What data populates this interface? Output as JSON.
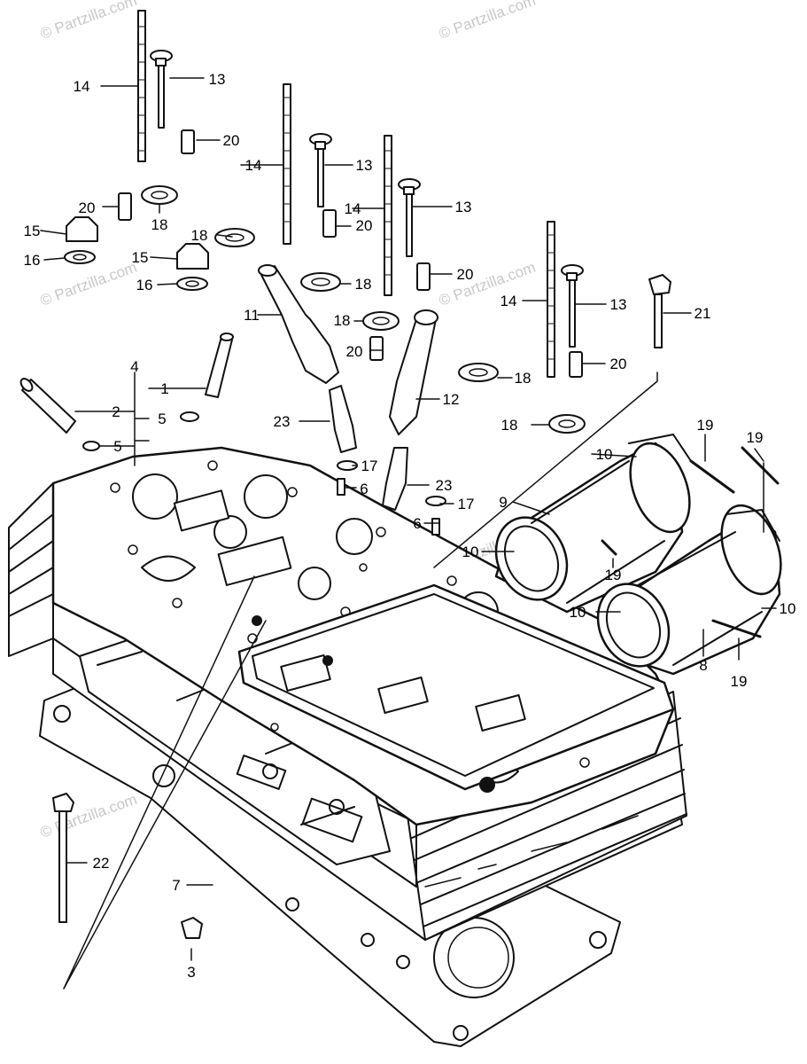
{
  "watermark": "© Partzilla.com",
  "callouts": [
    {
      "id": "c14a",
      "text": "14"
    },
    {
      "id": "c13a",
      "text": "13"
    },
    {
      "id": "c20a",
      "text": "20"
    },
    {
      "id": "c14b",
      "text": "14"
    },
    {
      "id": "c13b",
      "text": "13"
    },
    {
      "id": "c20b",
      "text": "20"
    },
    {
      "id": "c18a",
      "text": "18"
    },
    {
      "id": "c15a",
      "text": "15"
    },
    {
      "id": "c16a",
      "text": "16"
    },
    {
      "id": "c18b",
      "text": "18"
    },
    {
      "id": "c14c",
      "text": "14"
    },
    {
      "id": "c13c",
      "text": "13"
    },
    {
      "id": "c20c",
      "text": "20"
    },
    {
      "id": "c15b",
      "text": "15"
    },
    {
      "id": "c16b",
      "text": "16"
    },
    {
      "id": "c18c",
      "text": "18"
    },
    {
      "id": "c20d",
      "text": "20"
    },
    {
      "id": "c11",
      "text": "11"
    },
    {
      "id": "c18d",
      "text": "18"
    },
    {
      "id": "c20e",
      "text": "20"
    },
    {
      "id": "c14d",
      "text": "14"
    },
    {
      "id": "c13d",
      "text": "13"
    },
    {
      "id": "c21",
      "text": "21"
    },
    {
      "id": "c20f",
      "text": "20"
    },
    {
      "id": "c18e",
      "text": "18"
    },
    {
      "id": "c4",
      "text": "4"
    },
    {
      "id": "c1",
      "text": "1"
    },
    {
      "id": "c2",
      "text": "2"
    },
    {
      "id": "c5a",
      "text": "5"
    },
    {
      "id": "c5b",
      "text": "5"
    },
    {
      "id": "c12",
      "text": "12"
    },
    {
      "id": "c23a",
      "text": "23"
    },
    {
      "id": "c18f",
      "text": "18"
    },
    {
      "id": "c19a",
      "text": "19"
    },
    {
      "id": "c19b",
      "text": "19"
    },
    {
      "id": "c10a",
      "text": "10"
    },
    {
      "id": "c17a",
      "text": "17"
    },
    {
      "id": "c6a",
      "text": "6"
    },
    {
      "id": "c23b",
      "text": "23"
    },
    {
      "id": "c9",
      "text": "9"
    },
    {
      "id": "c17b",
      "text": "17"
    },
    {
      "id": "c6b",
      "text": "6"
    },
    {
      "id": "c10b",
      "text": "10"
    },
    {
      "id": "c19c",
      "text": "19"
    },
    {
      "id": "c10c",
      "text": "10"
    },
    {
      "id": "c10d",
      "text": "10"
    },
    {
      "id": "c8",
      "text": "8"
    },
    {
      "id": "c19d",
      "text": "19"
    },
    {
      "id": "c22",
      "text": "22"
    },
    {
      "id": "c7",
      "text": "7"
    },
    {
      "id": "c3",
      "text": "3"
    }
  ]
}
